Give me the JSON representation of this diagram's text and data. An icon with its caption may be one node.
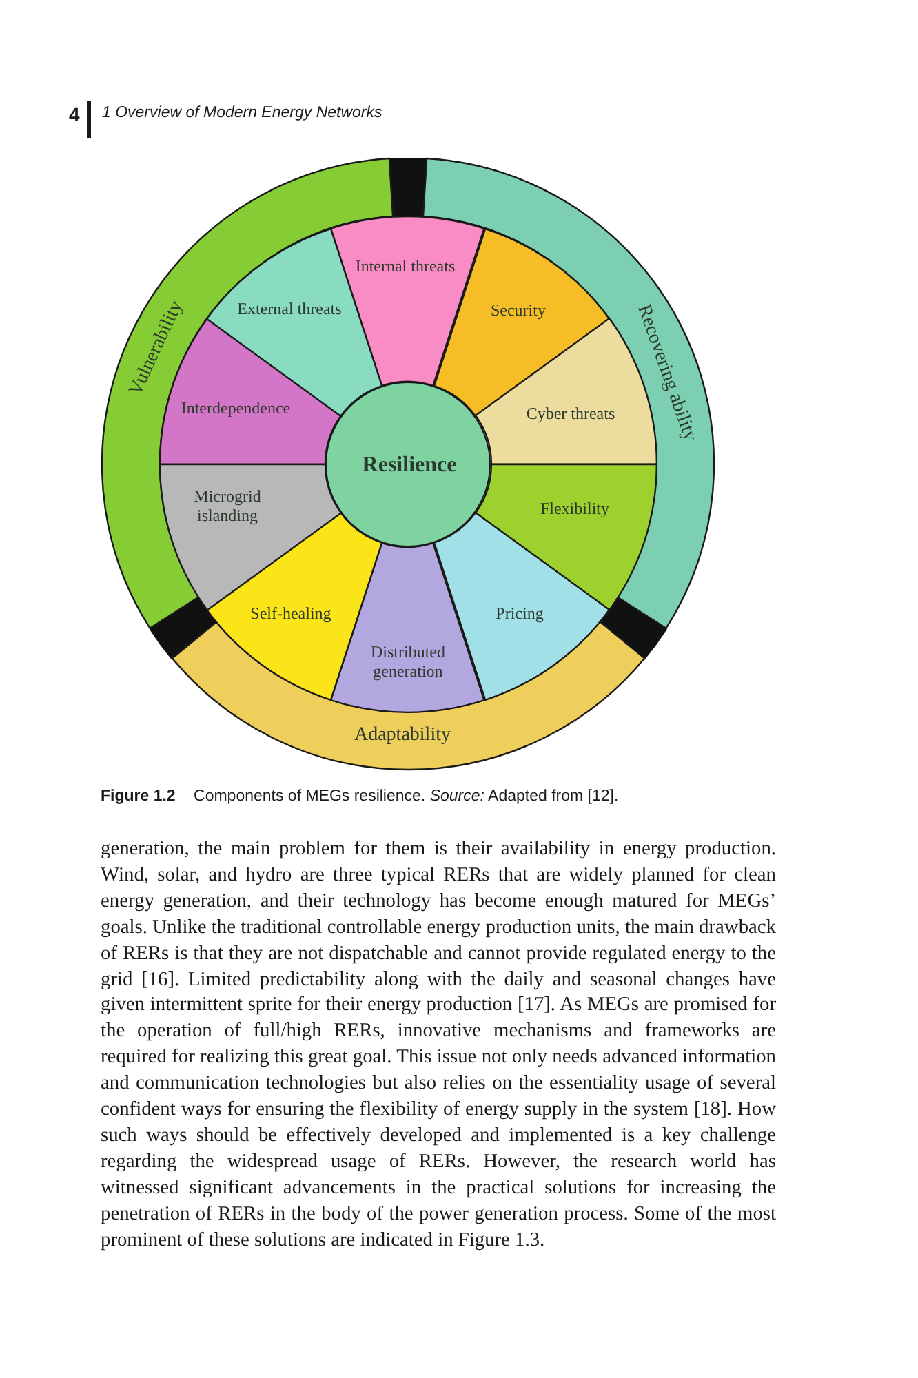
{
  "diagram": {
    "caption": "**Figure 1.2** Components of MEGs resilience. *Source:* Adapted from [12].",
    "nodes": [
      {
        "text": [
          "Vulnerability"
        ]
      },
      {
        "text": [
          "Recovering ability"
        ]
      },
      {
        "text": [
          "Adaptability"
        ]
      },
      {
        "text": [
          "Internal threats"
        ]
      },
      {
        "text": [
          "Security"
        ]
      },
      {
        "text": [
          "Cyber threats"
        ]
      },
      {
        "text": [
          "Flexibility"
        ]
      },
      {
        "text": [
          "Pricing"
        ]
      },
      {
        "text": [
          "Distributed generation"
        ]
      },
      {
        "text": [
          "Self-healing"
        ]
      },
      {
        "text": [
          "Microgrid islanding"
        ]
      },
      {
        "text": [
          "Interdependence"
        ]
      },
      {
        "text": [
          "External threats"
        ]
      },
      {
        "text": [
          "Resilience"
        ]
      }
    ],
    "labels": [
      "4",
      "1 Overview of Modern Energy Networks",
      "generation, the main problem for them is their availability in energy production. Wind, solar, and hydro are three typical RERs that are widely planned for clean energy generation, and their technology has become enough matured for MEGs’ goals. Unlike the traditional controllable energy production units, the main drawback of RERs is that they are not dispatchable and cannot provide regulated energy to the grid [16]. Limited predictability along with the daily and seasonal changes have given intermittent sprite for their energy production [17]. As MEGs are promised for the operation of full/high RERs, innovative mechanisms and frameworks are required for realizing this great goal. This issue not only needs advanced information and communication technologies but also relies on the essentiality usage of several confident ways for ensuring the flexibility of energy supply in the system [18]. How such ways should be effectively developed and implemented is a key challenge regarding the widespread usage of RERs. However, the research world has witnessed significant advancements in the practical solutions for increasing the penetration of RERs in the body of the power generation process. Some of the most prominent of these solutions are indicated in Figure 1.3."
    ]
  }
}
